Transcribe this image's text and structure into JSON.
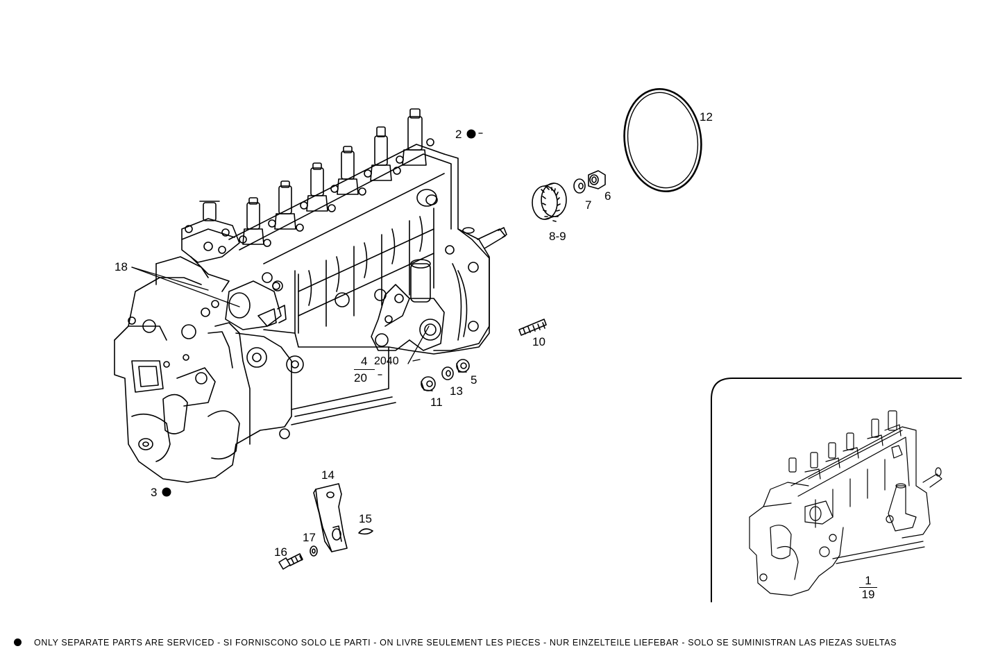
{
  "callouts": {
    "c2": "2",
    "c3": "3",
    "c4": "4",
    "c2040": "2040",
    "c20": "20",
    "c5": "5",
    "c6": "6",
    "c7": "7",
    "c89": "8-9",
    "c10": "10",
    "c11": "11",
    "c12": "12",
    "c13": "13",
    "c14": "14",
    "c15": "15",
    "c16": "16",
    "c17": "17",
    "c18": "18"
  },
  "inset": {
    "numerator": "1",
    "denominator": "19"
  },
  "footer": {
    "note": "ONLY SEPARATE PARTS ARE SERVICED - SI FORNISCONO SOLO LE PARTI - ON LIVRE SEULEMENT LES PIECES - NUR EINZELTEILE LIEFEBAR - SOLO SE SUMINISTRAN LAS PIEZAS SUELTAS"
  }
}
